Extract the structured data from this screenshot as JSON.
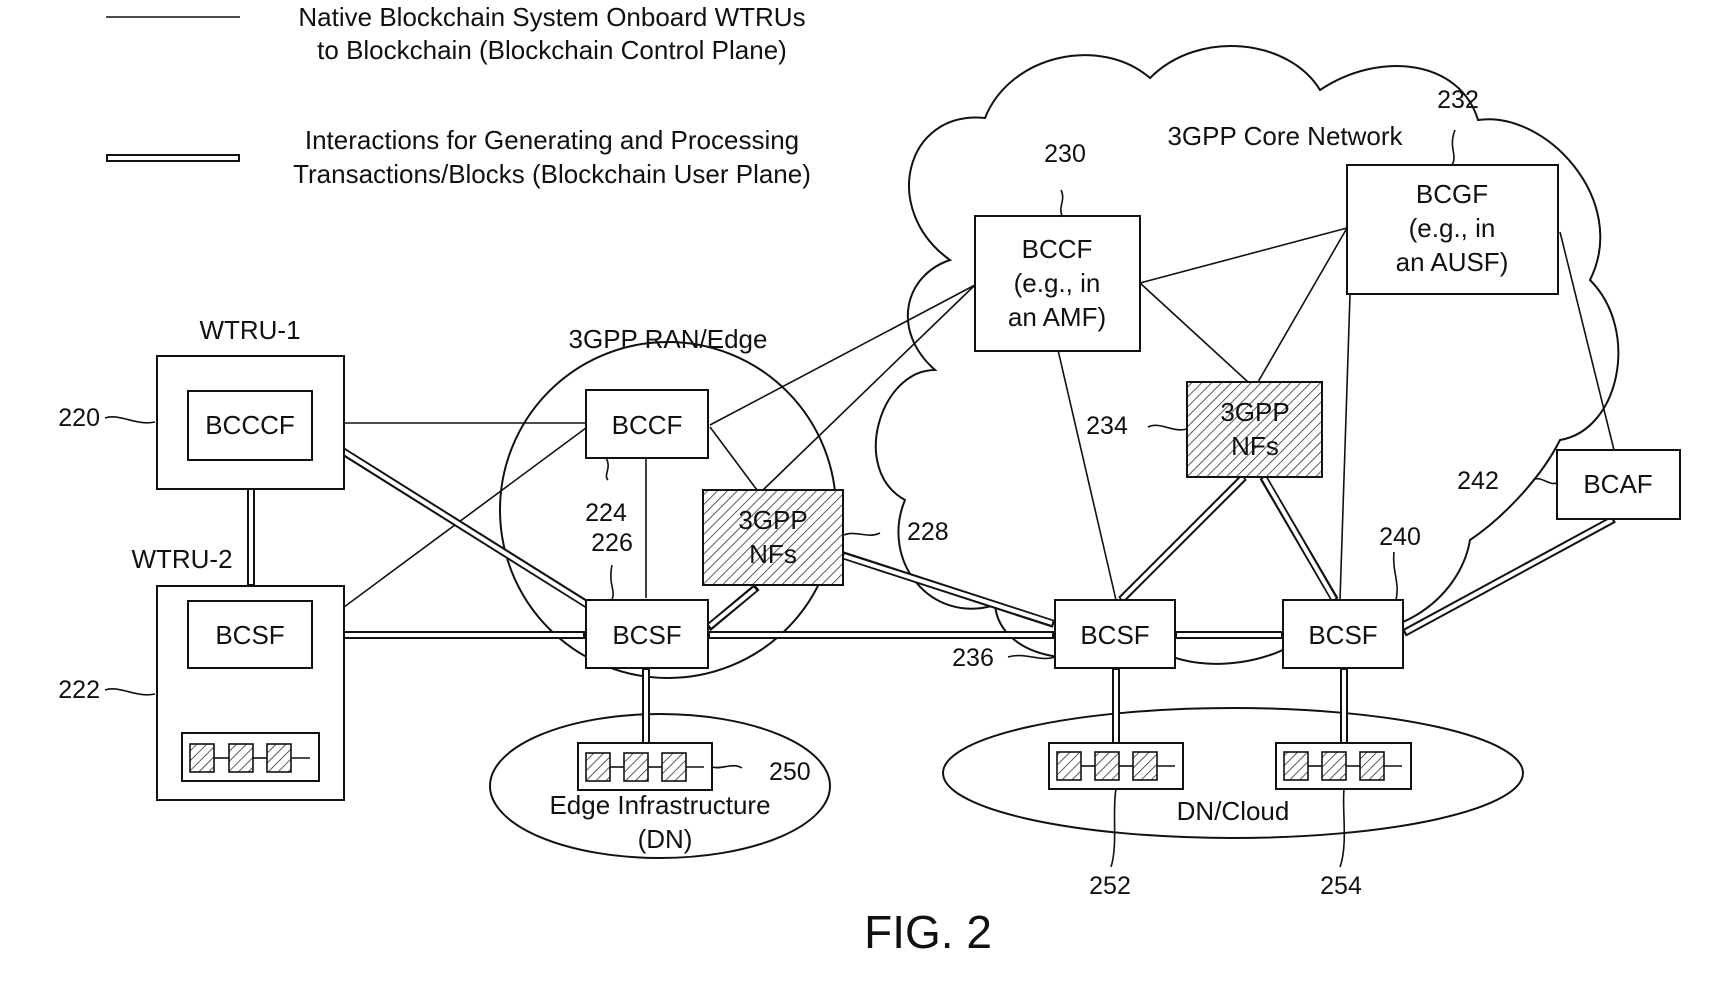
{
  "legend": {
    "control_plane_line1": "Native Blockchain System Onboard WTRUs",
    "control_plane_line2": "to Blockchain (Blockchain Control Plane)",
    "user_plane_line1": "Interactions for Generating and Processing",
    "user_plane_line2": "Transactions/Blocks (Blockchain User Plane)"
  },
  "regions": {
    "core": "3GPP Core Network",
    "ran": "3GPP RAN/Edge",
    "edge_line1": "Edge Infrastructure",
    "edge_line2": "(DN)",
    "cloud": "DN/Cloud"
  },
  "devices": {
    "wtru1": "WTRU-1",
    "wtru2": "WTRU-2"
  },
  "nodes": {
    "bcccf": "BCCCF",
    "wtru2_bcsf": "BCSF",
    "ran_bccf": "BCCF",
    "ran_bcsf": "BCSF",
    "ran_nfs_line1": "3GPP",
    "ran_nfs_line2": "NFs",
    "core_bccf_line1": "BCCF",
    "core_bccf_line2": "(e.g., in",
    "core_bccf_line3": "an AMF)",
    "bcgf_line1": "BCGF",
    "bcgf_line2": "(e.g., in",
    "bcgf_line3": "an AUSF)",
    "core_nfs_line1": "3GPP",
    "core_nfs_line2": "NFs",
    "bcaf": "BCAF",
    "core_bcsf_236": "BCSF",
    "core_bcsf_240": "BCSF"
  },
  "refs": {
    "r220": "220",
    "r222": "222",
    "r224": "224",
    "r226": "226",
    "r228": "228",
    "r230": "230",
    "r232": "232",
    "r234": "234",
    "r236": "236",
    "r240": "240",
    "r242": "242",
    "r250": "250",
    "r252": "252",
    "r254": "254"
  },
  "figure_label": "FIG. 2"
}
